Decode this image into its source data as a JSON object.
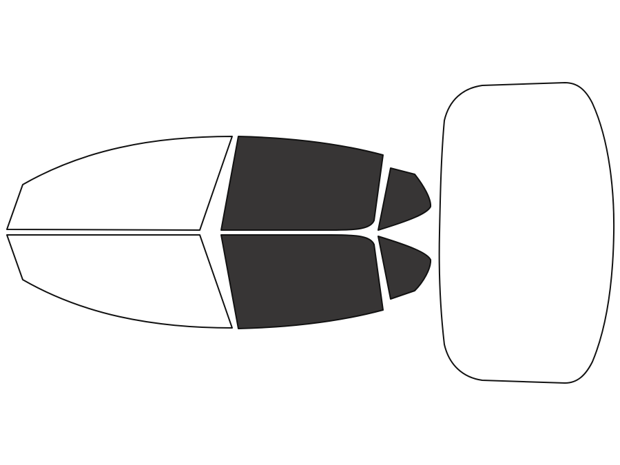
{
  "diagram": {
    "kind": "window-tint-coverage",
    "colors": {
      "background": "#ffffff",
      "outline": "#111111",
      "untinted": "#ffffff",
      "tinted": "#373535"
    },
    "panes": [
      {
        "id": "front-left",
        "tinted": false
      },
      {
        "id": "front-right",
        "tinted": false
      },
      {
        "id": "rear-left",
        "tinted": true
      },
      {
        "id": "rear-right",
        "tinted": true
      },
      {
        "id": "quarter-left",
        "tinted": true
      },
      {
        "id": "quarter-right",
        "tinted": true
      },
      {
        "id": "rear-windshield",
        "tinted": false
      }
    ]
  }
}
